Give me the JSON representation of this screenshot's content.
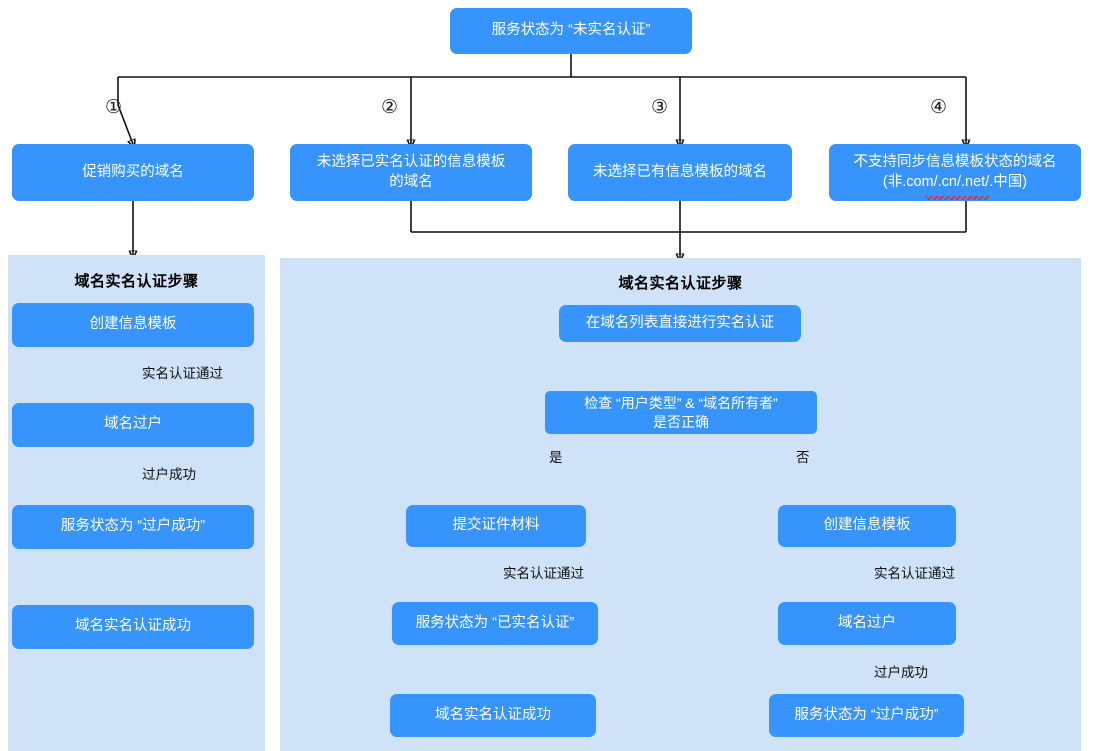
{
  "diagram": {
    "title_top_node": "服务状态为 “未实名认证”",
    "branch_markers": [
      "①",
      "②",
      "③",
      "④"
    ],
    "cause_nodes": [
      {
        "id": "cause1",
        "label": "促销购买的域名"
      },
      {
        "id": "cause2",
        "label": "未选择已实名认证的信息模板\n的域名"
      },
      {
        "id": "cause3",
        "label": "未选择已有信息模板的域名"
      },
      {
        "id": "cause4",
        "label": "不支持同步信息模板状态的域名\n(非.com/.cn/.net/.中国)"
      }
    ],
    "left_panel": {
      "title": "域名实名认证步骤",
      "nodes": [
        {
          "id": "l1",
          "label": "创建信息模板"
        },
        {
          "id": "l2",
          "label": "域名过户"
        },
        {
          "id": "l3",
          "label": "服务状态为 “过户成功”"
        },
        {
          "id": "l4",
          "label": "域名实名认证成功"
        }
      ],
      "edge_labels": [
        "实名认证通过",
        "过户成功"
      ]
    },
    "right_panel": {
      "title": "域名实名认证步骤",
      "nodes": [
        {
          "id": "r1",
          "label": "在域名列表直接进行实名认证"
        },
        {
          "id": "r_decision",
          "label": "检查 “用户类型” & “域名所有者”\n是否正确"
        },
        {
          "id": "r_yes_1",
          "label": "提交证件材料"
        },
        {
          "id": "r_yes_2",
          "label": "服务状态为 “已实名认证”"
        },
        {
          "id": "r_yes_3",
          "label": "域名实名认证成功"
        },
        {
          "id": "r_no_1",
          "label": "创建信息模板"
        },
        {
          "id": "r_no_2",
          "label": "域名过户"
        },
        {
          "id": "r_no_3",
          "label": "服务状态为 “过户成功”"
        }
      ],
      "decision_branch_yes": "是",
      "decision_branch_no": "否",
      "edge_labels": {
        "yes_pass": "实名认证通过",
        "no_pass": "实名认证通过",
        "transfer_success": "过户成功"
      }
    },
    "colors": {
      "node_fill": "#3694fc",
      "node_text": "#ffffff",
      "panel_fill": "#cfe2f8",
      "line": "#111111",
      "page_bg": "#ffffff",
      "spellcheck_underline": "#e03030"
    }
  }
}
